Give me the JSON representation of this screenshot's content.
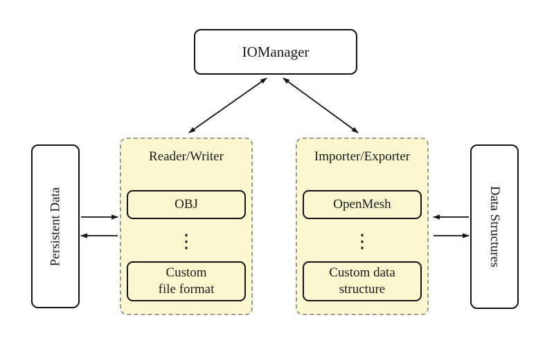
{
  "diagram": {
    "io_manager": "IOManager",
    "persistent_data": "Persistent Data",
    "data_structures": "Data Structures",
    "reader_writer": {
      "title": "Reader/Writer",
      "top_item": "OBJ",
      "ellipsis": "⋮",
      "bottom_item_line1": "Custom",
      "bottom_item_line2": "file format"
    },
    "importer_exporter": {
      "title": "Importer/Exporter",
      "top_item": "OpenMesh",
      "ellipsis": "⋮",
      "bottom_item_line1": "Custom data",
      "bottom_item_line2": "structure"
    },
    "colors": {
      "panel_fill": "#fbf8cf",
      "panel_border": "#9a9a9a",
      "node_border": "#111111",
      "background": "#ffffff"
    }
  }
}
